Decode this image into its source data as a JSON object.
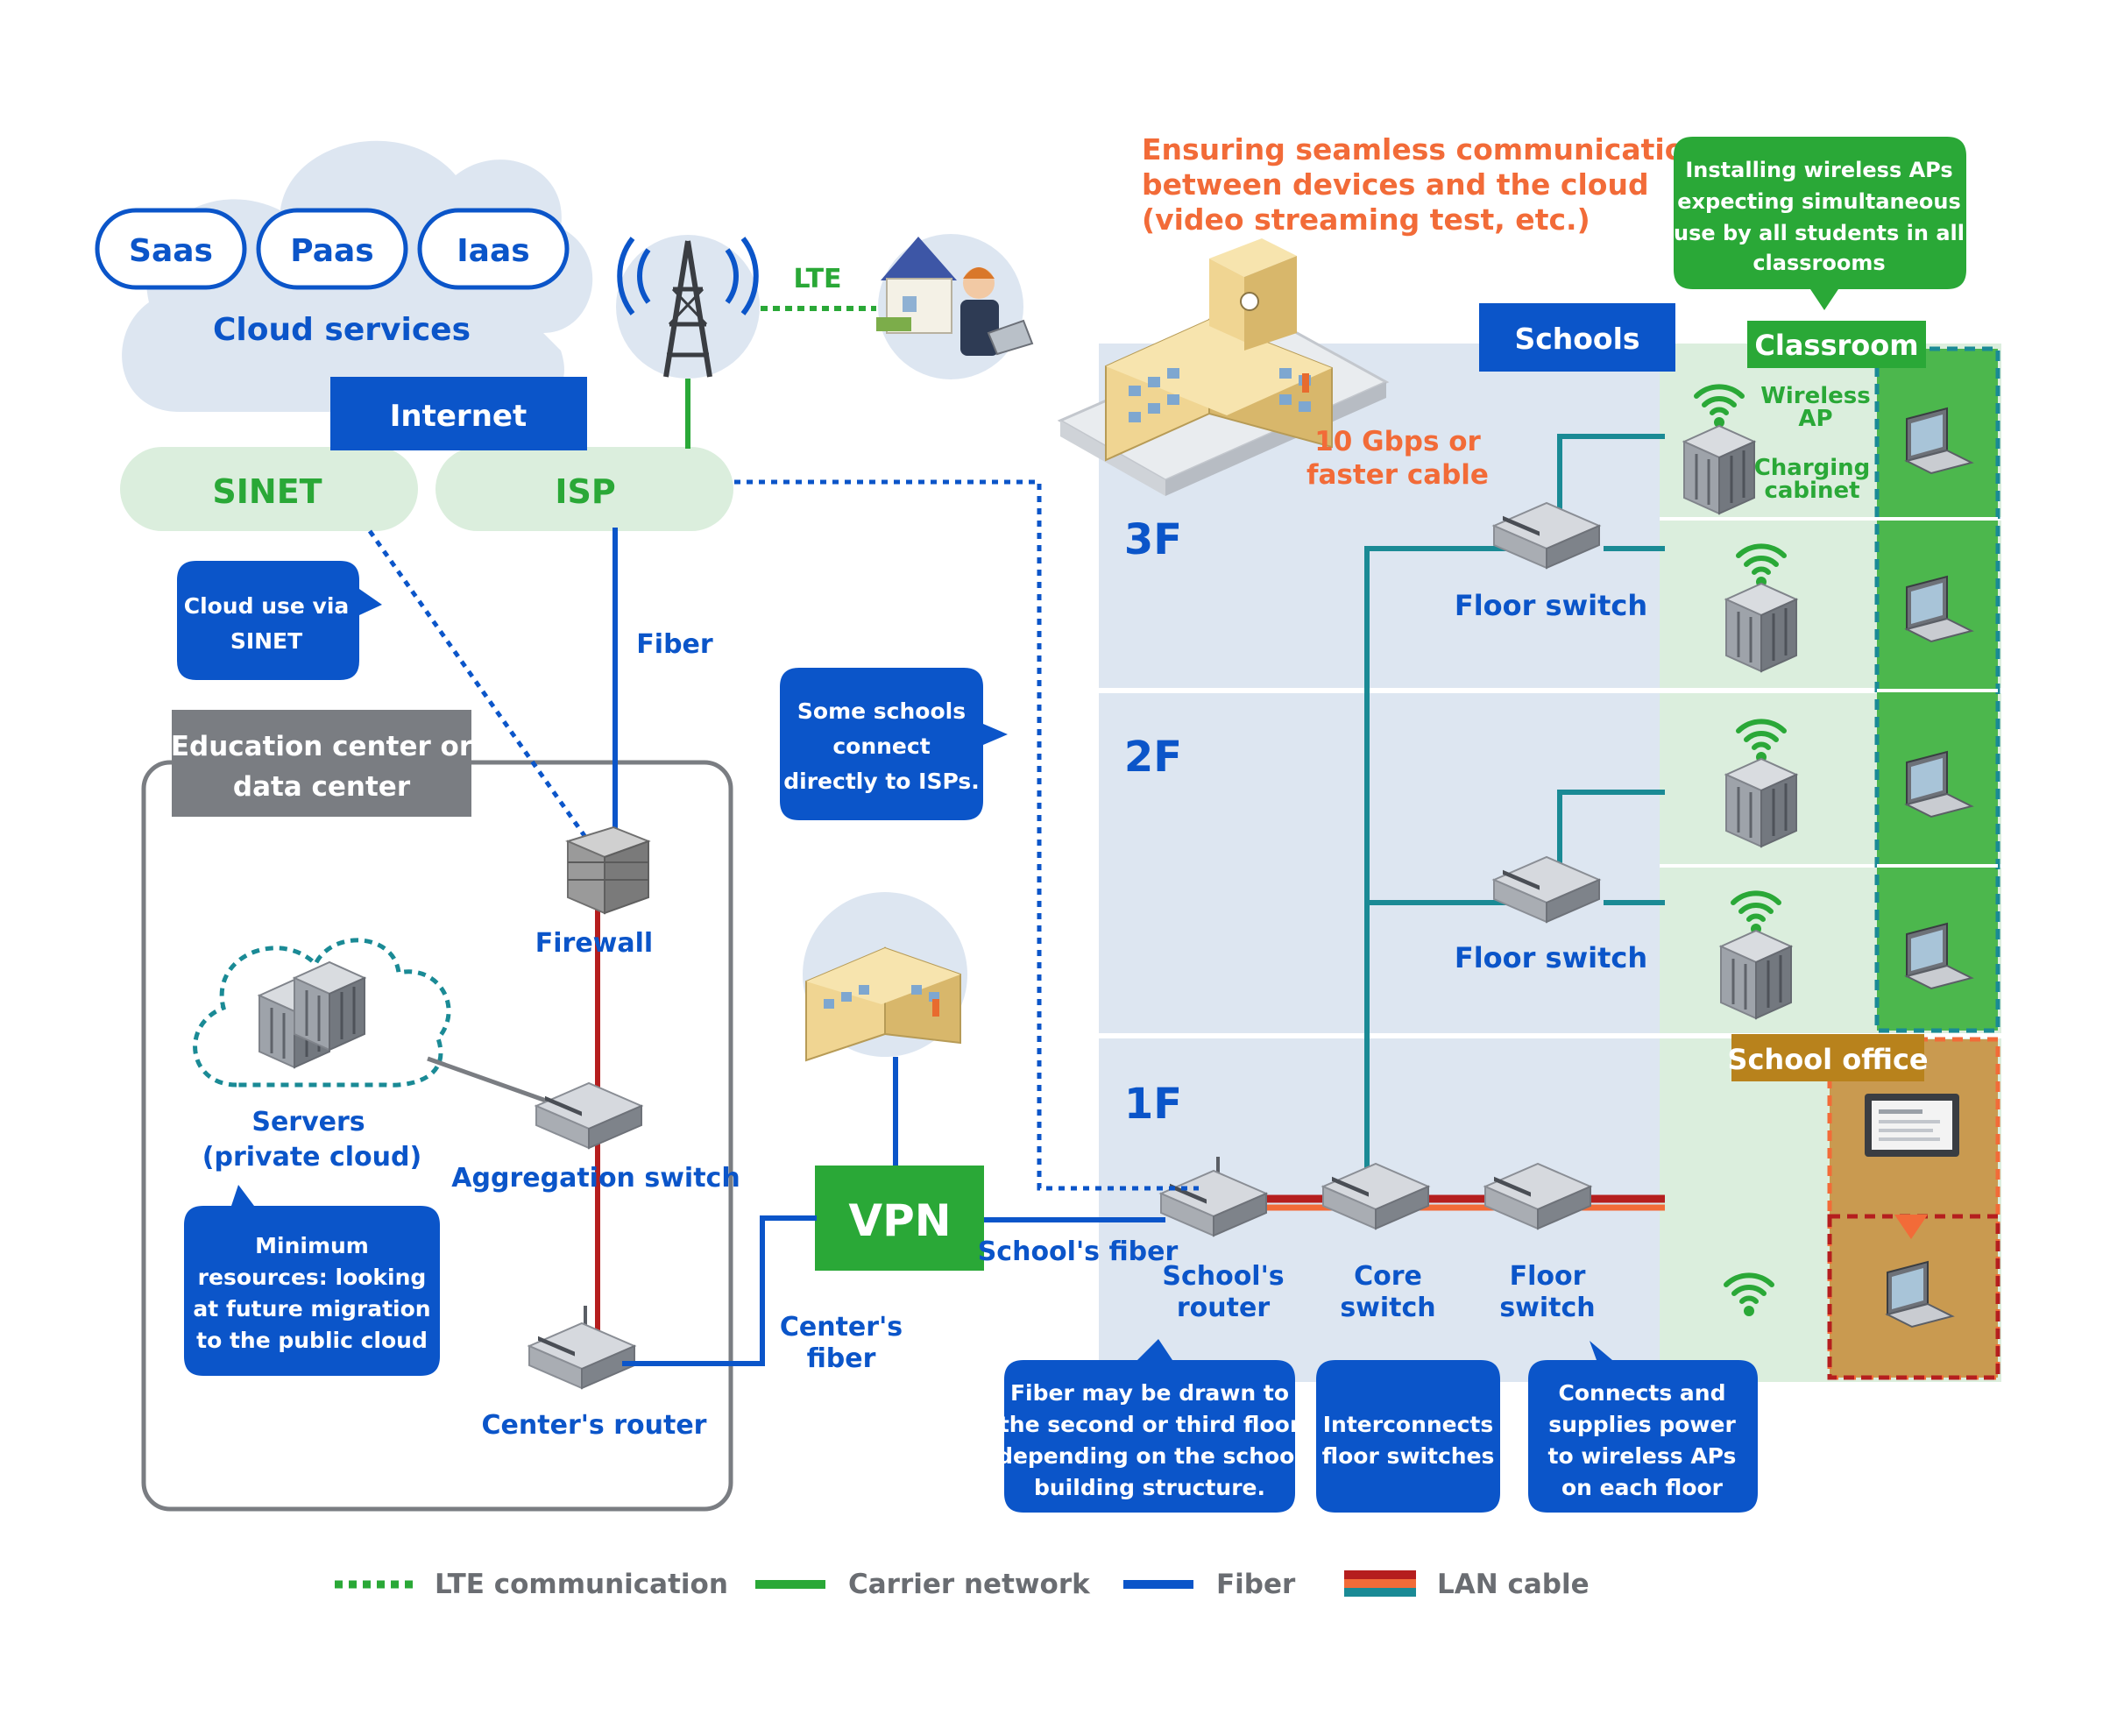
{
  "cloud": {
    "pills": [
      "Saas",
      "Paas",
      "Iaas"
    ],
    "label": "Cloud services"
  },
  "internet": {
    "title": "Internet",
    "sinet": "SINET",
    "isp": "ISP"
  },
  "lte": {
    "label": "LTE"
  },
  "callouts": {
    "sinet_cloud": [
      "Cloud use via",
      "SINET"
    ],
    "some_schools": [
      "Some schools",
      "connect",
      "directly to ISPs."
    ],
    "min_resources": [
      "Minimum",
      "resources: looking",
      "at future migration",
      "to the public cloud"
    ],
    "wireless_aps": [
      "Installing wireless APs",
      "expecting simultaneous",
      "use by all students in all",
      "classrooms"
    ],
    "fiber_drawn": [
      "Fiber may be drawn to",
      "the second or third floor",
      "depending on the school",
      "building structure."
    ],
    "interconnects": [
      "Interconnects",
      "floor switches"
    ],
    "supplies_power": [
      "Connects and",
      "supplies power",
      "to wireless APs",
      "on each floor"
    ]
  },
  "labels": {
    "fiber": "Fiber",
    "firewall": "Firewall",
    "education_center": [
      "Education center or",
      "data center"
    ],
    "servers": [
      "Servers",
      "(private cloud)"
    ],
    "aggregation_switch": "Aggregation switch",
    "centers_router": "Center's router",
    "vpn": "VPN",
    "centers_fiber": [
      "Center's",
      "fiber"
    ],
    "schools_fiber": "School's fiber",
    "schools_router": [
      "School's",
      "router"
    ],
    "core_switch": [
      "Core",
      "switch"
    ],
    "floor_switch_1f": [
      "Floor",
      "switch"
    ],
    "floor_switch": "Floor switch",
    "schools": "Schools",
    "classroom": "Classroom",
    "school_office": "School office",
    "wireless_ap": [
      "Wireless",
      "AP"
    ],
    "charging_cabinet": [
      "Charging",
      "cabinet"
    ],
    "gbps_cable": [
      "10 Gbps or",
      "faster cable"
    ],
    "floors": [
      "3F",
      "2F",
      "1F"
    ],
    "headline": [
      "Ensuring seamless communication",
      "between devices and the cloud",
      "(video streaming test, etc.)"
    ]
  },
  "legend": [
    {
      "label": "LTE communication"
    },
    {
      "label": "Carrier network"
    },
    {
      "label": "Fiber"
    },
    {
      "label": "LAN cable"
    }
  ],
  "colors": {
    "blue": "#0b55c9",
    "green": "#2aa837",
    "teal": "#1a8a95",
    "lan_red": "#b51e1e",
    "orange": "#f26b38",
    "office": "#c99a50",
    "gray": "#7a7d82"
  }
}
